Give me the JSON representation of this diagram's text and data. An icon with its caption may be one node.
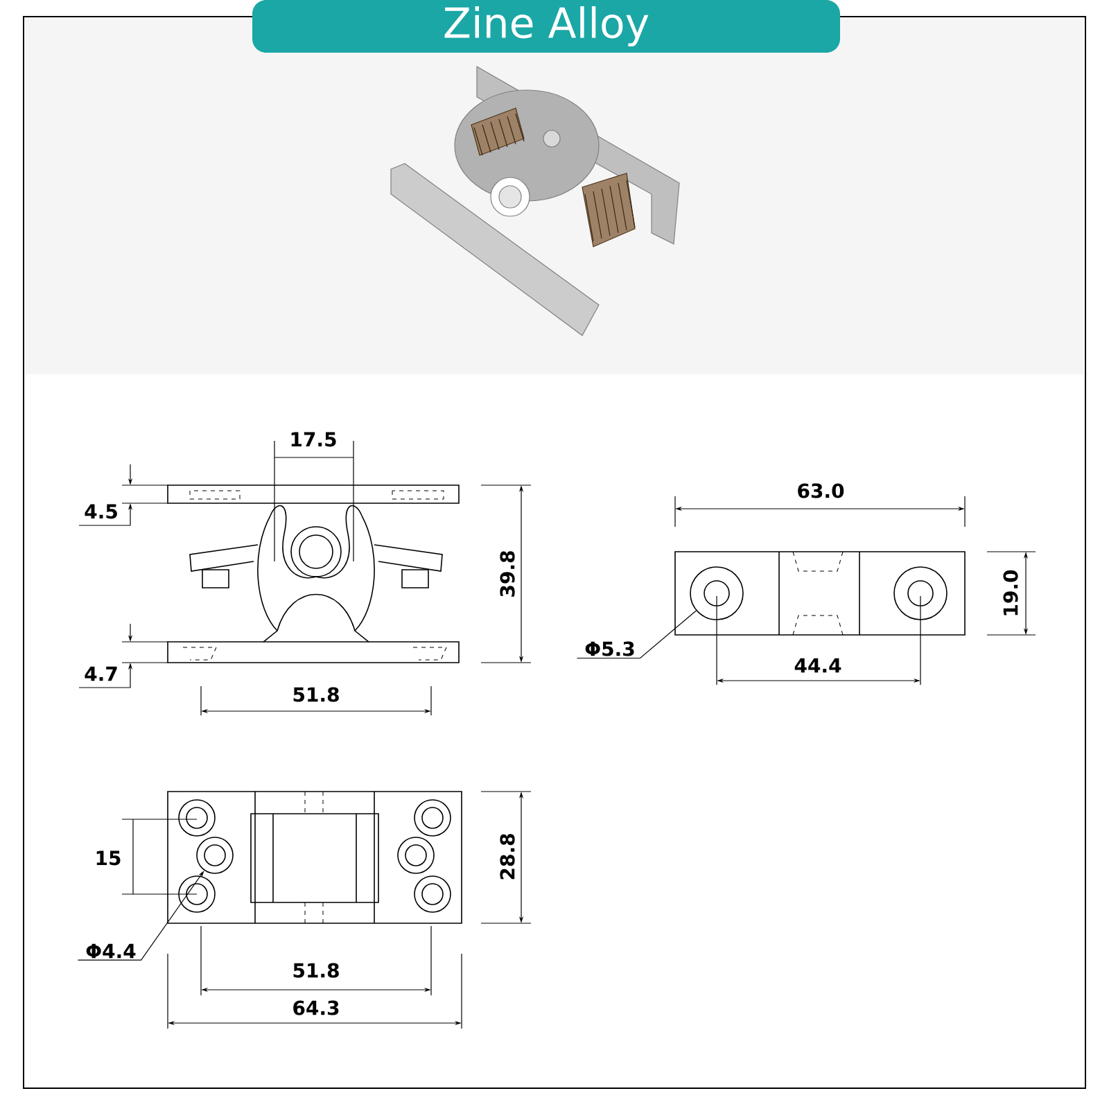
{
  "diagram": {
    "title": "Zine Alloy",
    "nodes": [
      {
        "text": [
          "Φ5.3"
        ]
      },
      {
        "text": [],
        "shape": "circle"
      },
      {
        "text": [
          "Φ4.4"
        ]
      },
      {
        "text": [],
        "shape": "circle"
      }
    ],
    "edges": [
      {
        "from": 0,
        "to": 1,
        "arrow": "none"
      },
      {
        "from": 2,
        "to": 3,
        "arrow": "to"
      }
    ],
    "labels": [
      "17.5",
      "4.5",
      "39.8",
      "63.0",
      "19.0",
      "4.7",
      "51.8",
      "44.4",
      "15",
      "28.8",
      "51.8",
      "64.3"
    ]
  }
}
